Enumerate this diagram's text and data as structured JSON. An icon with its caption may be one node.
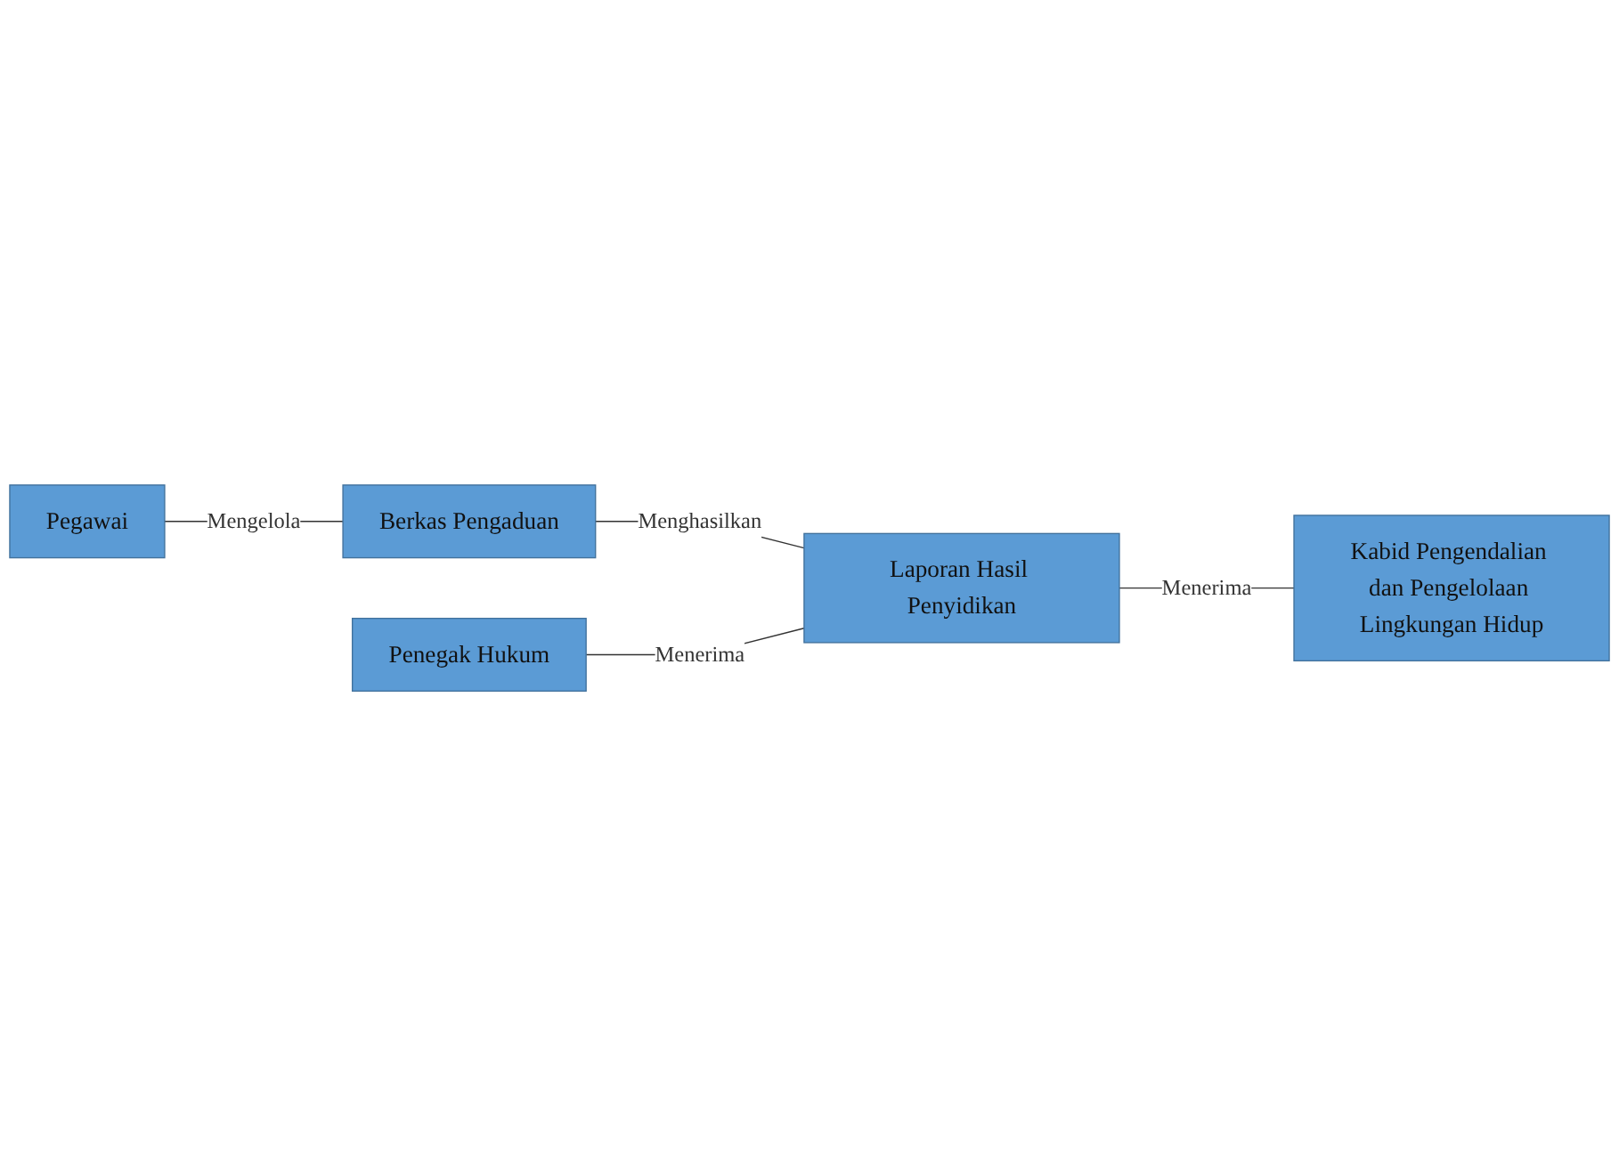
{
  "diagram": {
    "nodes": [
      {
        "text": [
          "Pegawai"
        ]
      },
      {
        "text": [
          "Berkas Pengaduan"
        ]
      },
      {
        "text": [
          "Penegak Hukum"
        ]
      },
      {
        "text": [
          "Laporan Hasil Penyidikan"
        ]
      },
      {
        "text": [
          "Kabid Pengendalian dan Pengelolaan Lingkungan Hidup"
        ]
      }
    ],
    "edges": [
      {
        "from": 0,
        "to": 1,
        "arrow": "none",
        "label": "Mengelola"
      },
      {
        "from": 1,
        "to": 3,
        "arrow": "none",
        "label": "Menghasilkan"
      },
      {
        "from": 2,
        "to": 3,
        "arrow": "none",
        "label": "Menerima"
      },
      {
        "from": 3,
        "to": 4,
        "arrow": "none",
        "label": "Menerima"
      }
    ]
  }
}
